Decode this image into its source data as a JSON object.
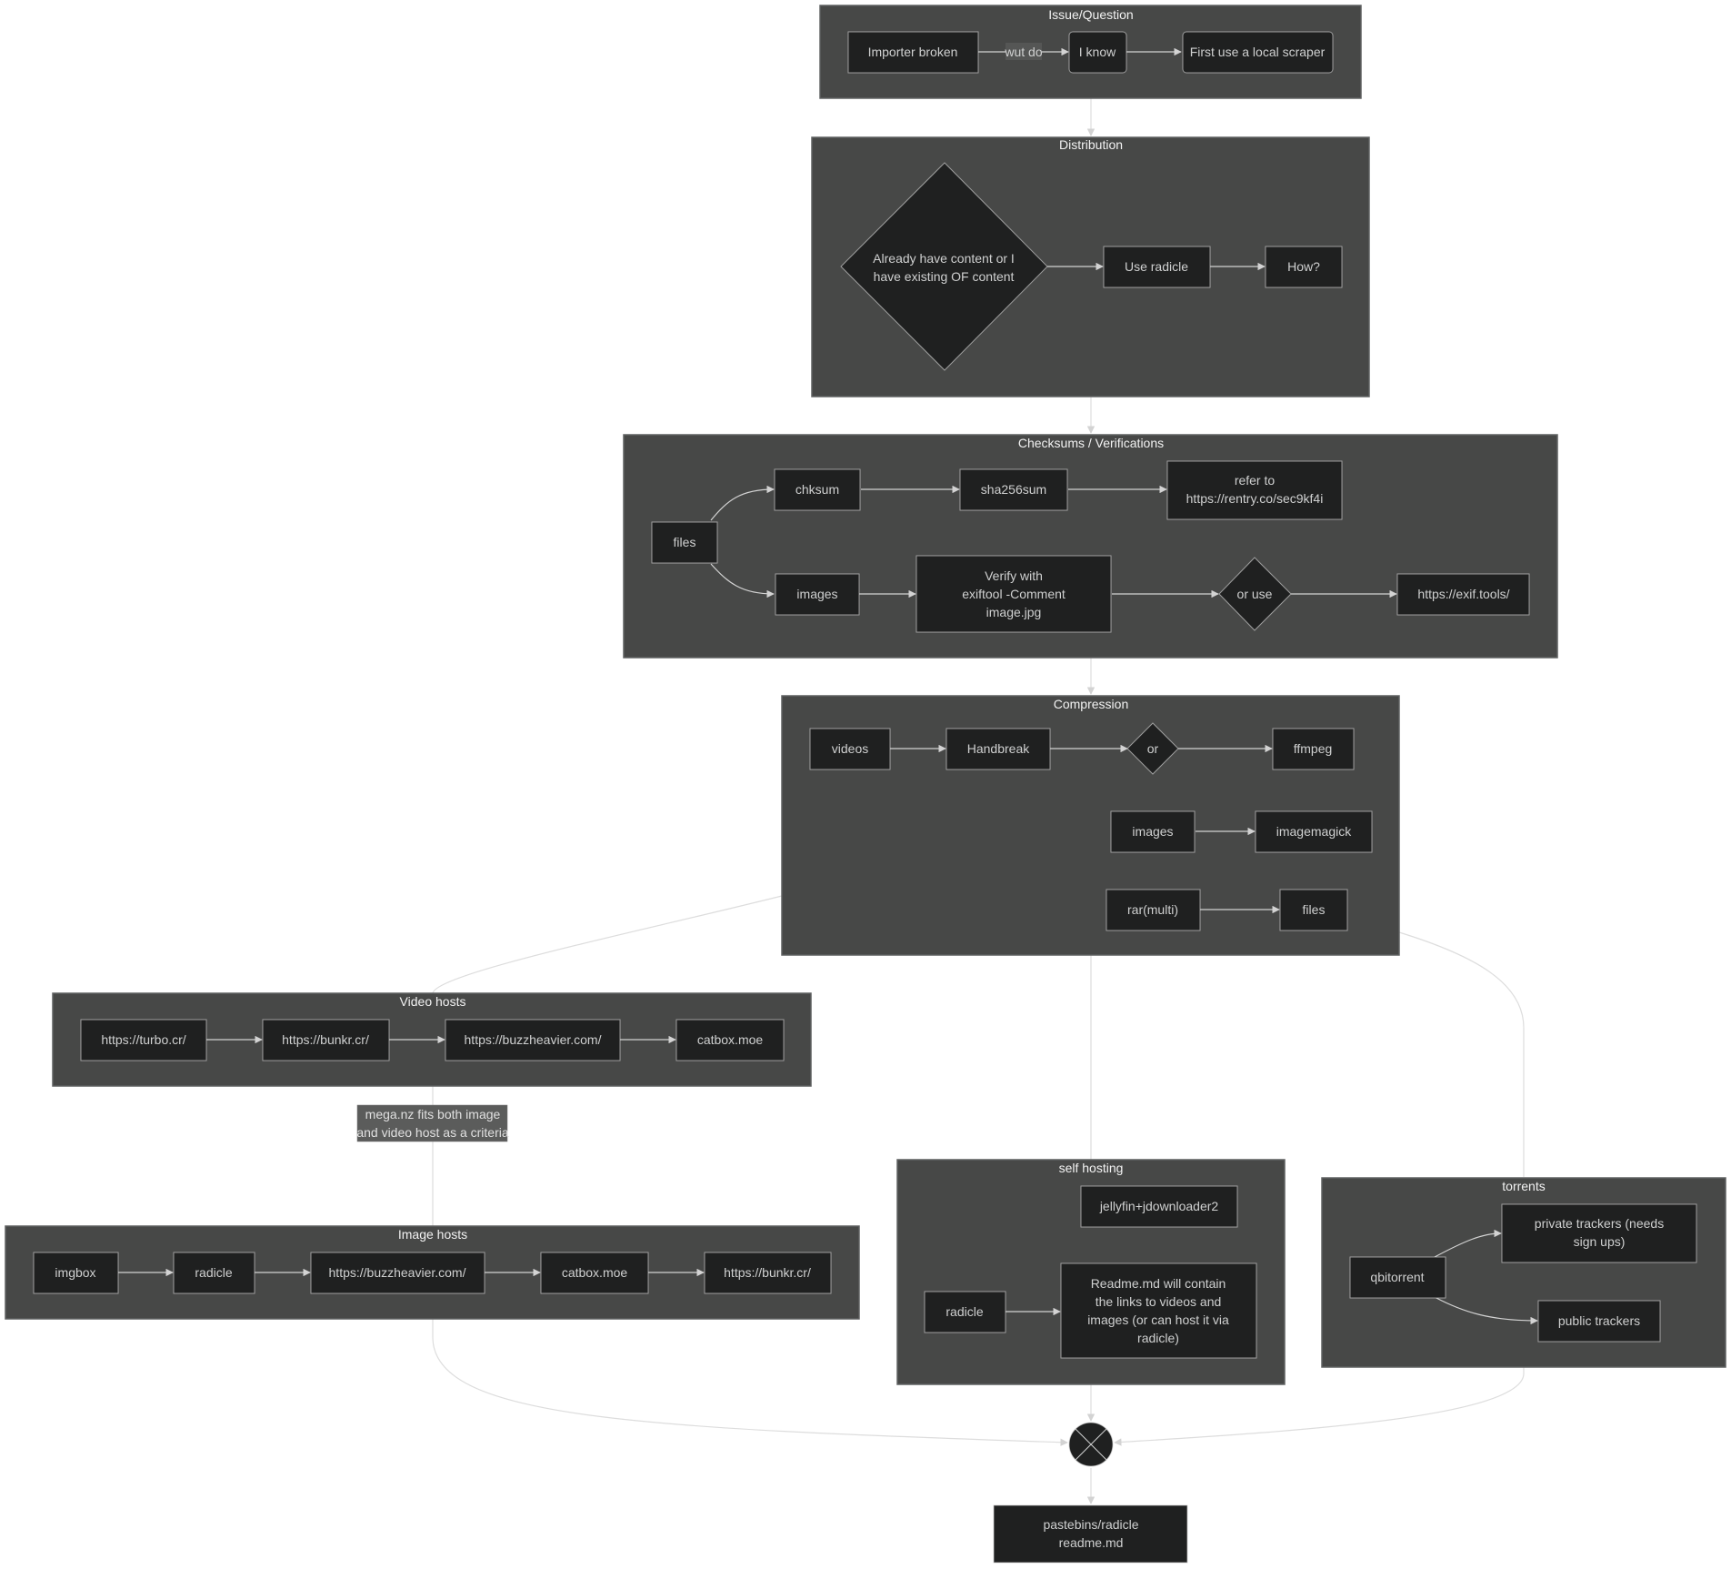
{
  "clusters": {
    "issue": {
      "title": "Issue/Question",
      "nodes": {
        "importer": "Importer broken",
        "iknow": "I know",
        "scraper": "First use a local scraper"
      },
      "edge_label": "wut do"
    },
    "distribution": {
      "title": "Distribution",
      "nodes": {
        "decision": [
          "Already have content or I",
          "have existing OF content"
        ],
        "radicle": "Use radicle",
        "how": "How?"
      }
    },
    "checksums": {
      "title": "Checksums / Verifications",
      "nodes": {
        "files": "files",
        "chksum": "chksum",
        "sha": "sha256sum",
        "refer": [
          "refer to",
          "https://rentry.co/sec9kf4i"
        ],
        "images": "images",
        "verify": [
          "Verify with",
          "exiftool -Comment",
          "image.jpg"
        ],
        "oruse": "or use",
        "exif": "https://exif.tools/"
      }
    },
    "compression": {
      "title": "Compression",
      "nodes": {
        "videos": "videos",
        "handbreak": "Handbreak",
        "or": "or",
        "ffmpeg": "ffmpeg",
        "images": "images",
        "imagemagick": "imagemagick",
        "rar": "rar(multi)",
        "files": "files"
      }
    },
    "video_hosts": {
      "title": "Video hosts",
      "nodes": [
        "https://turbo.cr/",
        "https://bunkr.cr/",
        "https://buzzheavier.com/",
        "catbox.moe"
      ]
    },
    "image_hosts": {
      "title": "Image hosts",
      "nodes": [
        "imgbox",
        "radicle",
        "https://buzzheavier.com/",
        "catbox.moe",
        "https://bunkr.cr/"
      ]
    },
    "self_hosting": {
      "title": "self hosting",
      "nodes": {
        "jellyfin": "jellyfin+jdownloader2",
        "radicle": "radicle",
        "readme": [
          "Readme.md will contain",
          "the links to videos and",
          "images (or can host it via",
          "radicle)"
        ]
      }
    },
    "torrents": {
      "title": "torrents",
      "nodes": {
        "qbit": "qbitorrent",
        "private": [
          "private trackers (needs",
          "sign ups)"
        ],
        "public": "public trackers"
      }
    }
  },
  "note": [
    "mega.nz fits both image",
    "and video host as a criteria"
  ],
  "final": [
    "pastebins/radicle",
    "readme.md"
  ],
  "colors": {
    "cluster": "#474847",
    "node": "#1f2020",
    "text": "#cfd0d0",
    "edge": "#d3d3d3"
  }
}
